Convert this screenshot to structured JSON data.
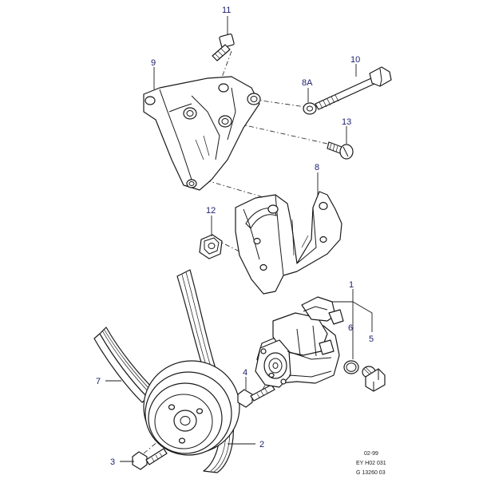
{
  "callouts": {
    "c1": "1",
    "c2": "2",
    "c3": "3",
    "c4": "4",
    "c5": "5",
    "c6": "6",
    "c7": "7",
    "c8": "8",
    "c8a": "8A",
    "c9": "9",
    "c10": "10",
    "c11": "11",
    "c12": "12",
    "c13": "13"
  },
  "reference": {
    "date": "02-99",
    "code1": "EY H02 031",
    "code2": "G 13260 03"
  },
  "colors": {
    "line": "#1a1a1a",
    "callout_text": "#1a1f6b"
  }
}
